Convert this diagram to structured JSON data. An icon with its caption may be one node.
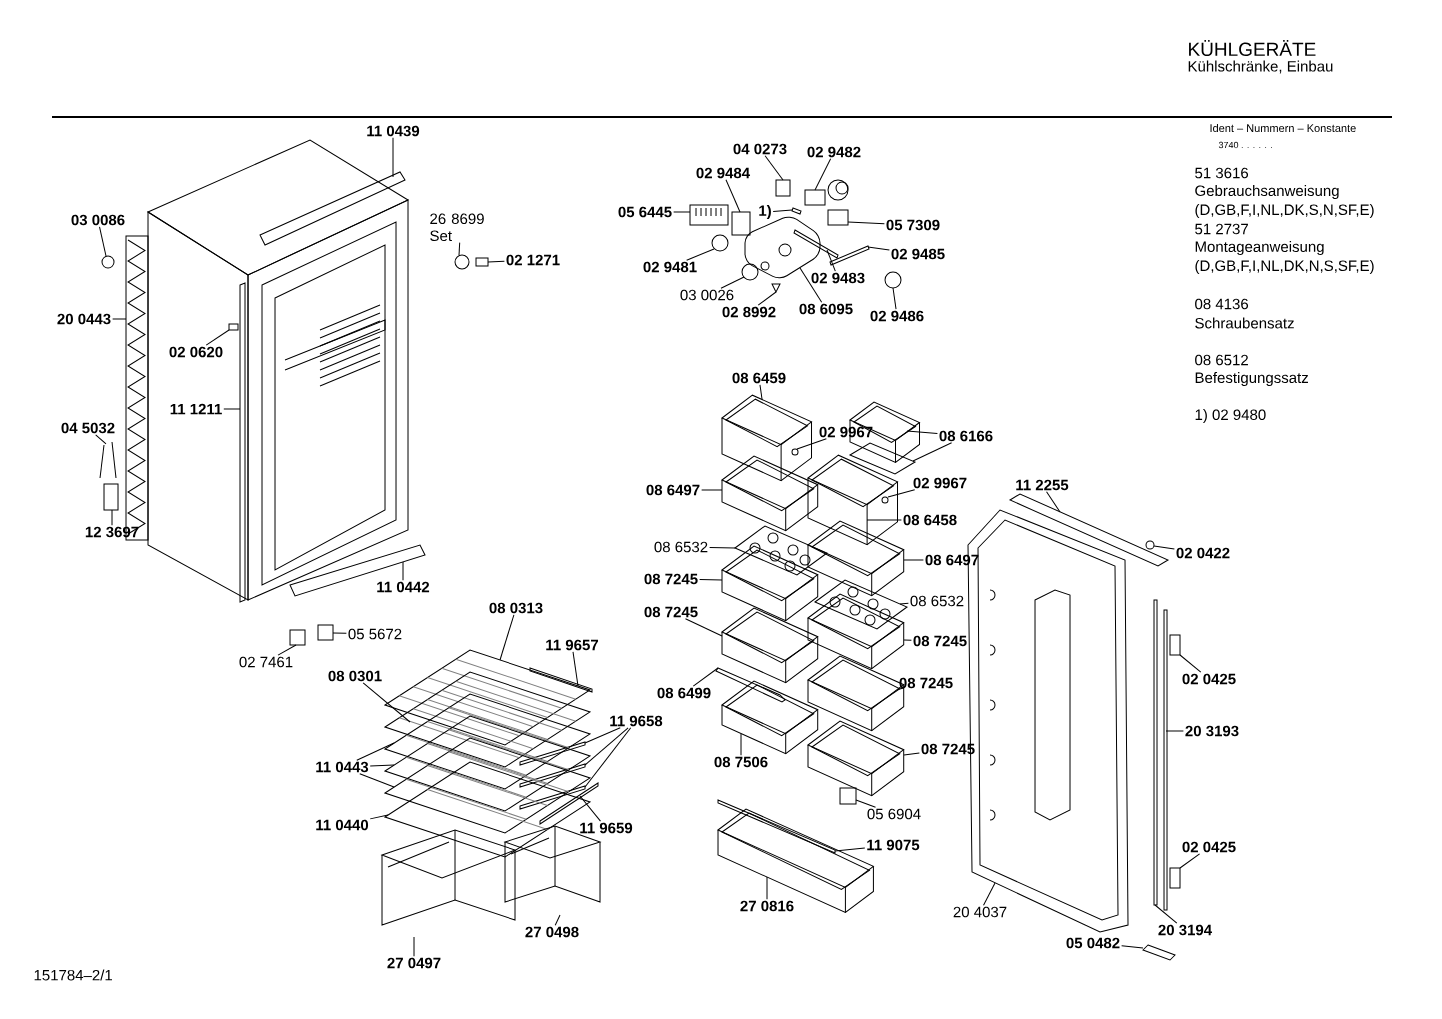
{
  "diagram": {
    "nodes": [
      {
        "text": [
          "11 0439"
        ]
      },
      {
        "text": [
          "03 0086"
        ]
      },
      {
        "text": [
          "26 8699 Set"
        ]
      },
      {
        "text": [
          "02 1271"
        ]
      },
      {
        "text": [
          "20 0443"
        ]
      },
      {
        "text": [
          "02 0620"
        ]
      },
      {
        "text": [
          "11 1211"
        ]
      },
      {
        "text": [
          "04 5032"
        ]
      },
      {
        "text": [
          "12 3697"
        ]
      },
      {
        "text": [
          "11 0442"
        ]
      },
      {
        "text": [
          "05 5672"
        ]
      },
      {
        "text": [
          "02 7461"
        ]
      },
      {
        "text": [
          "08 0313"
        ]
      },
      {
        "text": [
          "11 9657"
        ]
      },
      {
        "text": [
          "08 0301"
        ]
      },
      {
        "text": [
          "11 9658"
        ]
      },
      {
        "text": [
          "11 0443"
        ]
      },
      {
        "text": [
          "11 0440"
        ]
      },
      {
        "text": [
          "11 9659"
        ]
      },
      {
        "text": [
          "27 0498"
        ]
      },
      {
        "text": [
          "27 0497"
        ]
      },
      {
        "text": [
          "04 0273"
        ]
      },
      {
        "text": [
          "02 9482"
        ]
      },
      {
        "text": [
          "02 9484"
        ]
      },
      {
        "text": [
          "05 6445"
        ]
      },
      {
        "text": [
          "1)"
        ]
      },
      {
        "text": [
          "05 7309"
        ]
      },
      {
        "text": [
          "02 9481"
        ]
      },
      {
        "text": [
          "02 9485"
        ]
      },
      {
        "text": [
          "02 9483"
        ]
      },
      {
        "text": [
          "03 0026"
        ]
      },
      {
        "text": [
          "02 8992"
        ]
      },
      {
        "text": [
          "08 6095"
        ]
      },
      {
        "text": [
          "02 9486"
        ]
      },
      {
        "text": [
          "08 6459"
        ]
      },
      {
        "text": [
          "02 9967"
        ]
      },
      {
        "text": [
          "08 6166"
        ]
      },
      {
        "text": [
          "08 6497"
        ]
      },
      {
        "text": [
          "02 9967"
        ]
      },
      {
        "text": [
          "08 6458"
        ]
      },
      {
        "text": [
          "08 6532"
        ]
      },
      {
        "text": [
          "08 6497"
        ]
      },
      {
        "text": [
          "08 7245"
        ]
      },
      {
        "text": [
          "08 6532"
        ]
      },
      {
        "text": [
          "08 7245"
        ]
      },
      {
        "text": [
          "08 7245"
        ]
      },
      {
        "text": [
          "08 7245"
        ]
      },
      {
        "text": [
          "08 6499"
        ]
      },
      {
        "text": [
          "08 7506"
        ]
      },
      {
        "text": [
          "08 7245"
        ]
      },
      {
        "text": [
          "05 6904"
        ]
      },
      {
        "text": [
          "11 9075"
        ]
      },
      {
        "text": [
          "27 0816"
        ]
      },
      {
        "text": [
          "11 2255"
        ]
      },
      {
        "text": [
          "02 0422"
        ]
      },
      {
        "text": [
          "02 0425"
        ]
      },
      {
        "text": [
          "20 3193"
        ]
      },
      {
        "text": [
          "02 0425"
        ]
      },
      {
        "text": [
          "20 4037"
        ]
      },
      {
        "text": [
          "20 3194"
        ]
      },
      {
        "text": [
          "05 0482"
        ]
      },
      {
        "text": [],
        "shape": "bar"
      },
      {
        "text": [],
        "shape": "circle"
      },
      {
        "text": [],
        "shape": "circle"
      },
      {
        "text": [],
        "shape": "box"
      },
      {
        "text": [],
        "shape": "picture"
      },
      {
        "text": [],
        "shape": "box"
      },
      {
        "text": [],
        "shape": "bar"
      },
      {
        "text": [],
        "shape": "picture"
      },
      {
        "text": [],
        "shape": "box"
      },
      {
        "text": [],
        "shape": "bar"
      },
      {
        "text": [],
        "shape": "box"
      },
      {
        "text": [],
        "shape": "box"
      },
      {
        "text": [],
        "shape": "picture"
      },
      {
        "text": [],
        "shape": "bar"
      },
      {
        "text": [],
        "shape": "picture"
      },
      {
        "text": [],
        "shape": "bar"
      },
      {
        "text": [],
        "shape": "bar"
      },
      {
        "text": [],
        "shape": "bar"
      },
      {
        "text": [],
        "shape": "picture"
      },
      {
        "text": [],
        "shape": "picture"
      },
      {
        "text": [],
        "shape": "picture"
      },
      {
        "text": [],
        "shape": "picture"
      },
      {
        "text": [],
        "shape": "bar"
      },
      {
        "text": [],
        "shape": "picture"
      },
      {
        "text": [],
        "shape": "picture"
      },
      {
        "text": [],
        "shape": "box"
      },
      {
        "text": [],
        "shape": "box"
      },
      {
        "text": [],
        "shape": "box"
      },
      {
        "text": [],
        "shape": "picture"
      },
      {
        "text": [],
        "shape": "bar"
      },
      {
        "text": [],
        "shape": "picture"
      },
      {
        "text": [],
        "shape": "circle"
      },
      {
        "text": [],
        "shape": "bar"
      },
      {
        "text": [],
        "shape": "bar"
      },
      {
        "text": [],
        "shape": "circle"
      },
      {
        "text": [],
        "shape": "triangle"
      },
      {
        "text": [],
        "shape": "picture"
      },
      {
        "text": [],
        "shape": "circle"
      },
      {
        "text": [],
        "shape": "picture"
      },
      {
        "text": [],
        "shape": "circle"
      },
      {
        "text": [],
        "shape": "picture"
      },
      {
        "text": [],
        "shape": "bar"
      },
      {
        "text": [],
        "shape": "picture"
      },
      {
        "text": [],
        "shape": "circle"
      },
      {
        "text": [],
        "shape": "picture"
      },
      {
        "text": [],
        "shape": "picture"
      },
      {
        "text": [],
        "shape": "picture"
      },
      {
        "text": [],
        "shape": "picture"
      },
      {
        "text": [],
        "shape": "picture"
      },
      {
        "text": [],
        "shape": "picture"
      },
      {
        "text": [],
        "shape": "picture"
      },
      {
        "text": [],
        "shape": "picture"
      },
      {
        "text": [],
        "shape": "bar"
      },
      {
        "text": [],
        "shape": "picture"
      },
      {
        "text": [],
        "shape": "picture"
      },
      {
        "text": [],
        "shape": "box"
      },
      {
        "text": [],
        "shape": "bar"
      },
      {
        "text": [],
        "shape": "picture"
      },
      {
        "text": [],
        "shape": "bar"
      },
      {
        "text": [],
        "shape": "circle"
      },
      {
        "text": [],
        "shape": "box"
      },
      {
        "text": [],
        "shape": "bar"
      },
      {
        "text": [],
        "shape": "box"
      },
      {
        "text": [],
        "shape": "picture"
      },
      {
        "text": [],
        "shape": "bar"
      },
      {
        "text": [],
        "shape": "bar"
      }
    ],
    "edges": [
      {
        "from": 0,
        "to": 61,
        "arrow": "none"
      },
      {
        "from": 1,
        "to": 62,
        "arrow": "none"
      },
      {
        "from": 2,
        "to": 63,
        "arrow": "none"
      },
      {
        "from": 3,
        "to": 64,
        "arrow": "none"
      },
      {
        "from": 4,
        "to": 65,
        "arrow": "none"
      },
      {
        "from": 5,
        "to": 66,
        "arrow": "none"
      },
      {
        "from": 6,
        "to": 67,
        "arrow": "none"
      },
      {
        "from": 7,
        "to": 68,
        "arrow": "none"
      },
      {
        "from": 8,
        "to": 69,
        "arrow": "none"
      },
      {
        "from": 9,
        "to": 70,
        "arrow": "none"
      },
      {
        "from": 10,
        "to": 71,
        "arrow": "none"
      },
      {
        "from": 11,
        "to": 72,
        "arrow": "none"
      },
      {
        "from": 12,
        "to": 73,
        "arrow": "none"
      },
      {
        "from": 13,
        "to": 74,
        "arrow": "none"
      },
      {
        "from": 14,
        "to": 75,
        "arrow": "none"
      },
      {
        "from": 15,
        "to": 76,
        "arrow": "none"
      },
      {
        "from": 15,
        "to": 77,
        "arrow": "none"
      },
      {
        "from": 15,
        "to": 78,
        "arrow": "none"
      },
      {
        "from": 16,
        "to": 79,
        "arrow": "none"
      },
      {
        "from": 16,
        "to": 80,
        "arrow": "none"
      },
      {
        "from": 16,
        "to": 81,
        "arrow": "none"
      },
      {
        "from": 17,
        "to": 82,
        "arrow": "none"
      },
      {
        "from": 18,
        "to": 83,
        "arrow": "none"
      },
      {
        "from": 19,
        "to": 84,
        "arrow": "none"
      },
      {
        "from": 20,
        "to": 85,
        "arrow": "none"
      },
      {
        "from": 21,
        "to": 86,
        "arrow": "none"
      },
      {
        "from": 22,
        "to": 87,
        "arrow": "none"
      },
      {
        "from": 23,
        "to": 88,
        "arrow": "none"
      },
      {
        "from": 24,
        "to": 89,
        "arrow": "none"
      },
      {
        "from": 25,
        "to": 90,
        "arrow": "none"
      },
      {
        "from": 26,
        "to": 91,
        "arrow": "none"
      },
      {
        "from": 27,
        "to": 92,
        "arrow": "none"
      },
      {
        "from": 28,
        "to": 93,
        "arrow": "none"
      },
      {
        "from": 29,
        "to": 94,
        "arrow": "none"
      },
      {
        "from": 30,
        "to": 95,
        "arrow": "none"
      },
      {
        "from": 31,
        "to": 96,
        "arrow": "none"
      },
      {
        "from": 32,
        "to": 97,
        "arrow": "none"
      },
      {
        "from": 33,
        "to": 98,
        "arrow": "none"
      },
      {
        "from": 34,
        "to": 99,
        "arrow": "none"
      },
      {
        "from": 35,
        "to": 100,
        "arrow": "none"
      },
      {
        "from": 36,
        "to": 101,
        "arrow": "none"
      },
      {
        "from": 36,
        "to": 102,
        "arrow": "none"
      },
      {
        "from": 37,
        "to": 103,
        "arrow": "none"
      },
      {
        "from": 38,
        "to": 104,
        "arrow": "none"
      },
      {
        "from": 39,
        "to": 105,
        "arrow": "none"
      },
      {
        "from": 40,
        "to": 106,
        "arrow": "none"
      },
      {
        "from": 41,
        "to": 107,
        "arrow": "none"
      },
      {
        "from": 42,
        "to": 108,
        "arrow": "none"
      },
      {
        "from": 43,
        "to": 109,
        "arrow": "none"
      },
      {
        "from": 44,
        "to": 110,
        "arrow": "none"
      },
      {
        "from": 45,
        "to": 111,
        "arrow": "none"
      },
      {
        "from": 46,
        "to": 112,
        "arrow": "none"
      },
      {
        "from": 47,
        "to": 113,
        "arrow": "none"
      },
      {
        "from": 48,
        "to": 114,
        "arrow": "none"
      },
      {
        "from": 49,
        "to": 115,
        "arrow": "none"
      },
      {
        "from": 50,
        "to": 116,
        "arrow": "none"
      },
      {
        "from": 51,
        "to": 117,
        "arrow": "none"
      },
      {
        "from": 52,
        "to": 118,
        "arrow": "none"
      },
      {
        "from": 53,
        "to": 119,
        "arrow": "none"
      },
      {
        "from": 54,
        "to": 120,
        "arrow": "none"
      },
      {
        "from": 55,
        "to": 121,
        "arrow": "none"
      },
      {
        "from": 56,
        "to": 122,
        "arrow": "none"
      },
      {
        "from": 57,
        "to": 123,
        "arrow": "none"
      },
      {
        "from": 58,
        "to": 124,
        "arrow": "none"
      },
      {
        "from": 59,
        "to": 125,
        "arrow": "none"
      },
      {
        "from": 60,
        "to": 126,
        "arrow": "none"
      }
    ],
    "labels": [
      "KÜHLGERÄTE",
      "Kühlschränke, Einbau",
      "Ident – Nummern – Konstante",
      "3740 . .   . . . .",
      "51 3616",
      "Gebrauchsanweisung",
      "(D,GB,F,I,NL,DK,S,N,SF,E)",
      "51 2737",
      "Montageanweisung",
      "(D,GB,F,I,NL,DK,N,S,SF,E)",
      "08 4136",
      "Schraubensatz",
      "08 6512",
      "Befestigungssatz",
      "1)  02 9480",
      "151784–2/1"
    ]
  }
}
